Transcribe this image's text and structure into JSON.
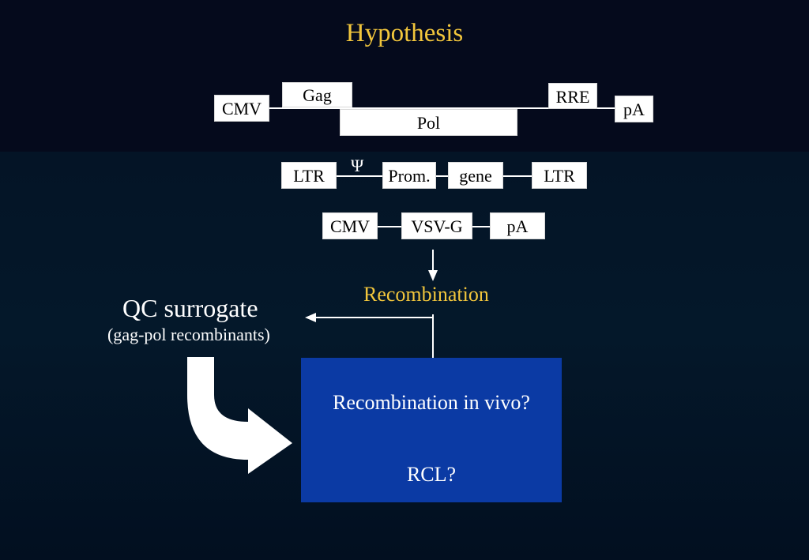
{
  "slide": {
    "title": "Hypothesis",
    "construct1": {
      "cmv": "CMV",
      "gag": "Gag",
      "pol": "Pol",
      "rre": "RRE",
      "pa": "pA"
    },
    "construct2": {
      "ltr_left": "LTR",
      "psi": "Ψ",
      "prom": "Prom.",
      "gene": "gene",
      "ltr_right": "LTR"
    },
    "construct3": {
      "cmv": "CMV",
      "vsvg": "VSV-G",
      "pa": "pA"
    },
    "recombination": "Recombination",
    "qc_title": "QC surrogate",
    "qc_subtitle": "(gag-pol recombinants)",
    "box_line1": "Recombination in vivo?",
    "box_line2": "RCL?"
  },
  "colors": {
    "accent": "#f2c63c",
    "box_blue": "#0b3aa4",
    "background": "#050a1c"
  }
}
